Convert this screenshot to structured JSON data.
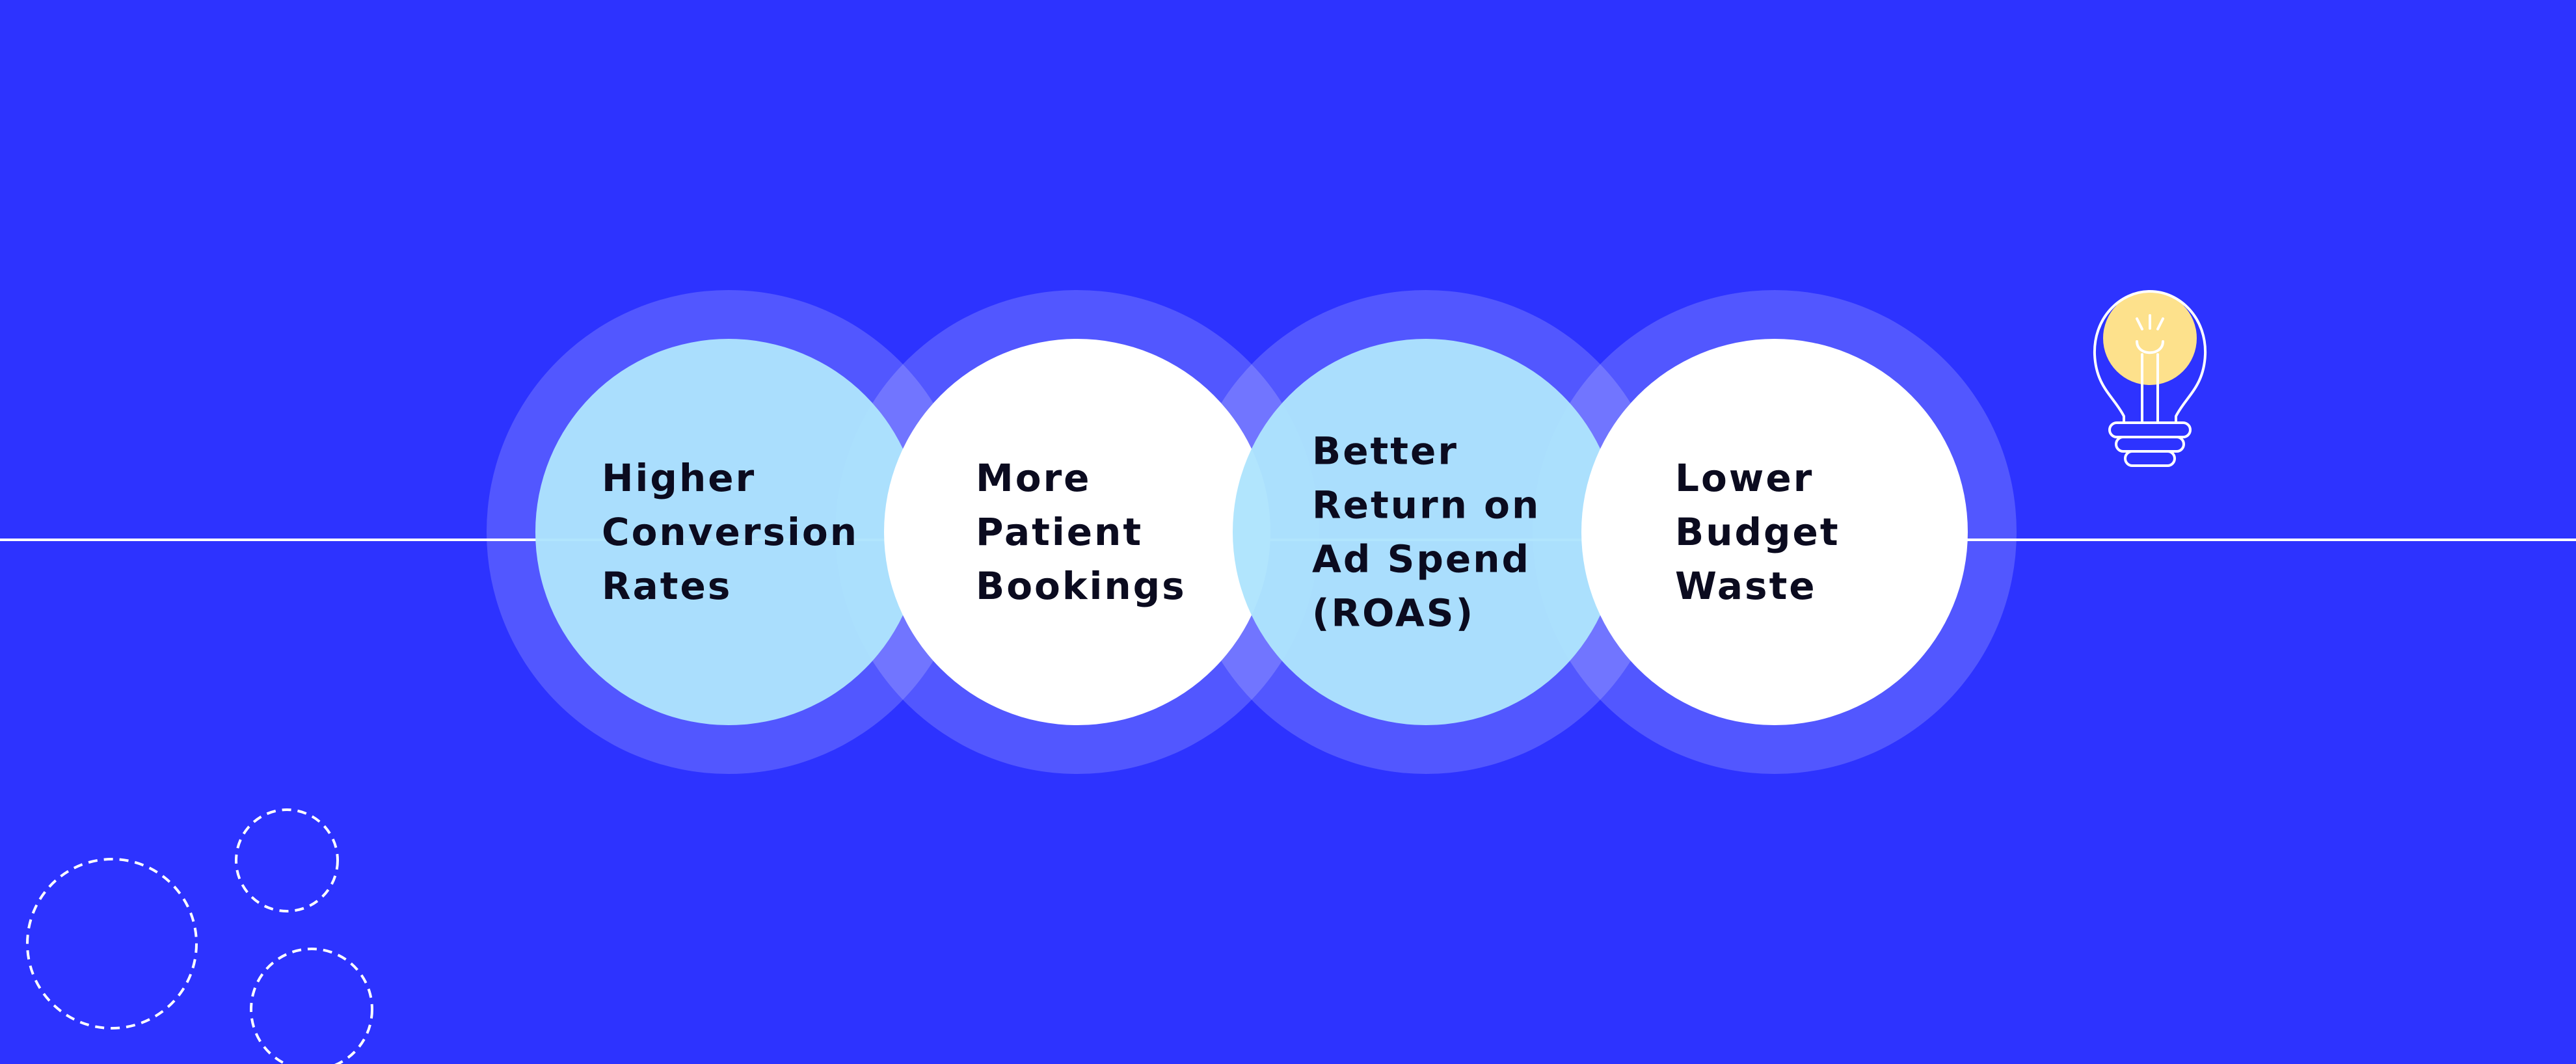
{
  "colors": {
    "background": "#2d33ff",
    "ring": "#555aff",
    "circle_light": "#aee4fd",
    "circle_white": "#ffffff",
    "bulb": "#fde18c",
    "line": "#ffffff",
    "text": "#0b0b1f"
  },
  "icons": [
    "lightbulb-icon",
    "dashed-circle-decoration"
  ],
  "benefits": [
    {
      "lines": [
        "Higher",
        "Conversion",
        "Rates"
      ],
      "fill": "light"
    },
    {
      "lines": [
        "More",
        "Patient",
        "Bookings"
      ],
      "fill": "white"
    },
    {
      "lines": [
        "Better",
        "Return on",
        "Ad Spend",
        "(ROAS)"
      ],
      "fill": "light"
    },
    {
      "lines": [
        "Lower",
        "Budget",
        "Waste"
      ],
      "fill": "white"
    }
  ]
}
